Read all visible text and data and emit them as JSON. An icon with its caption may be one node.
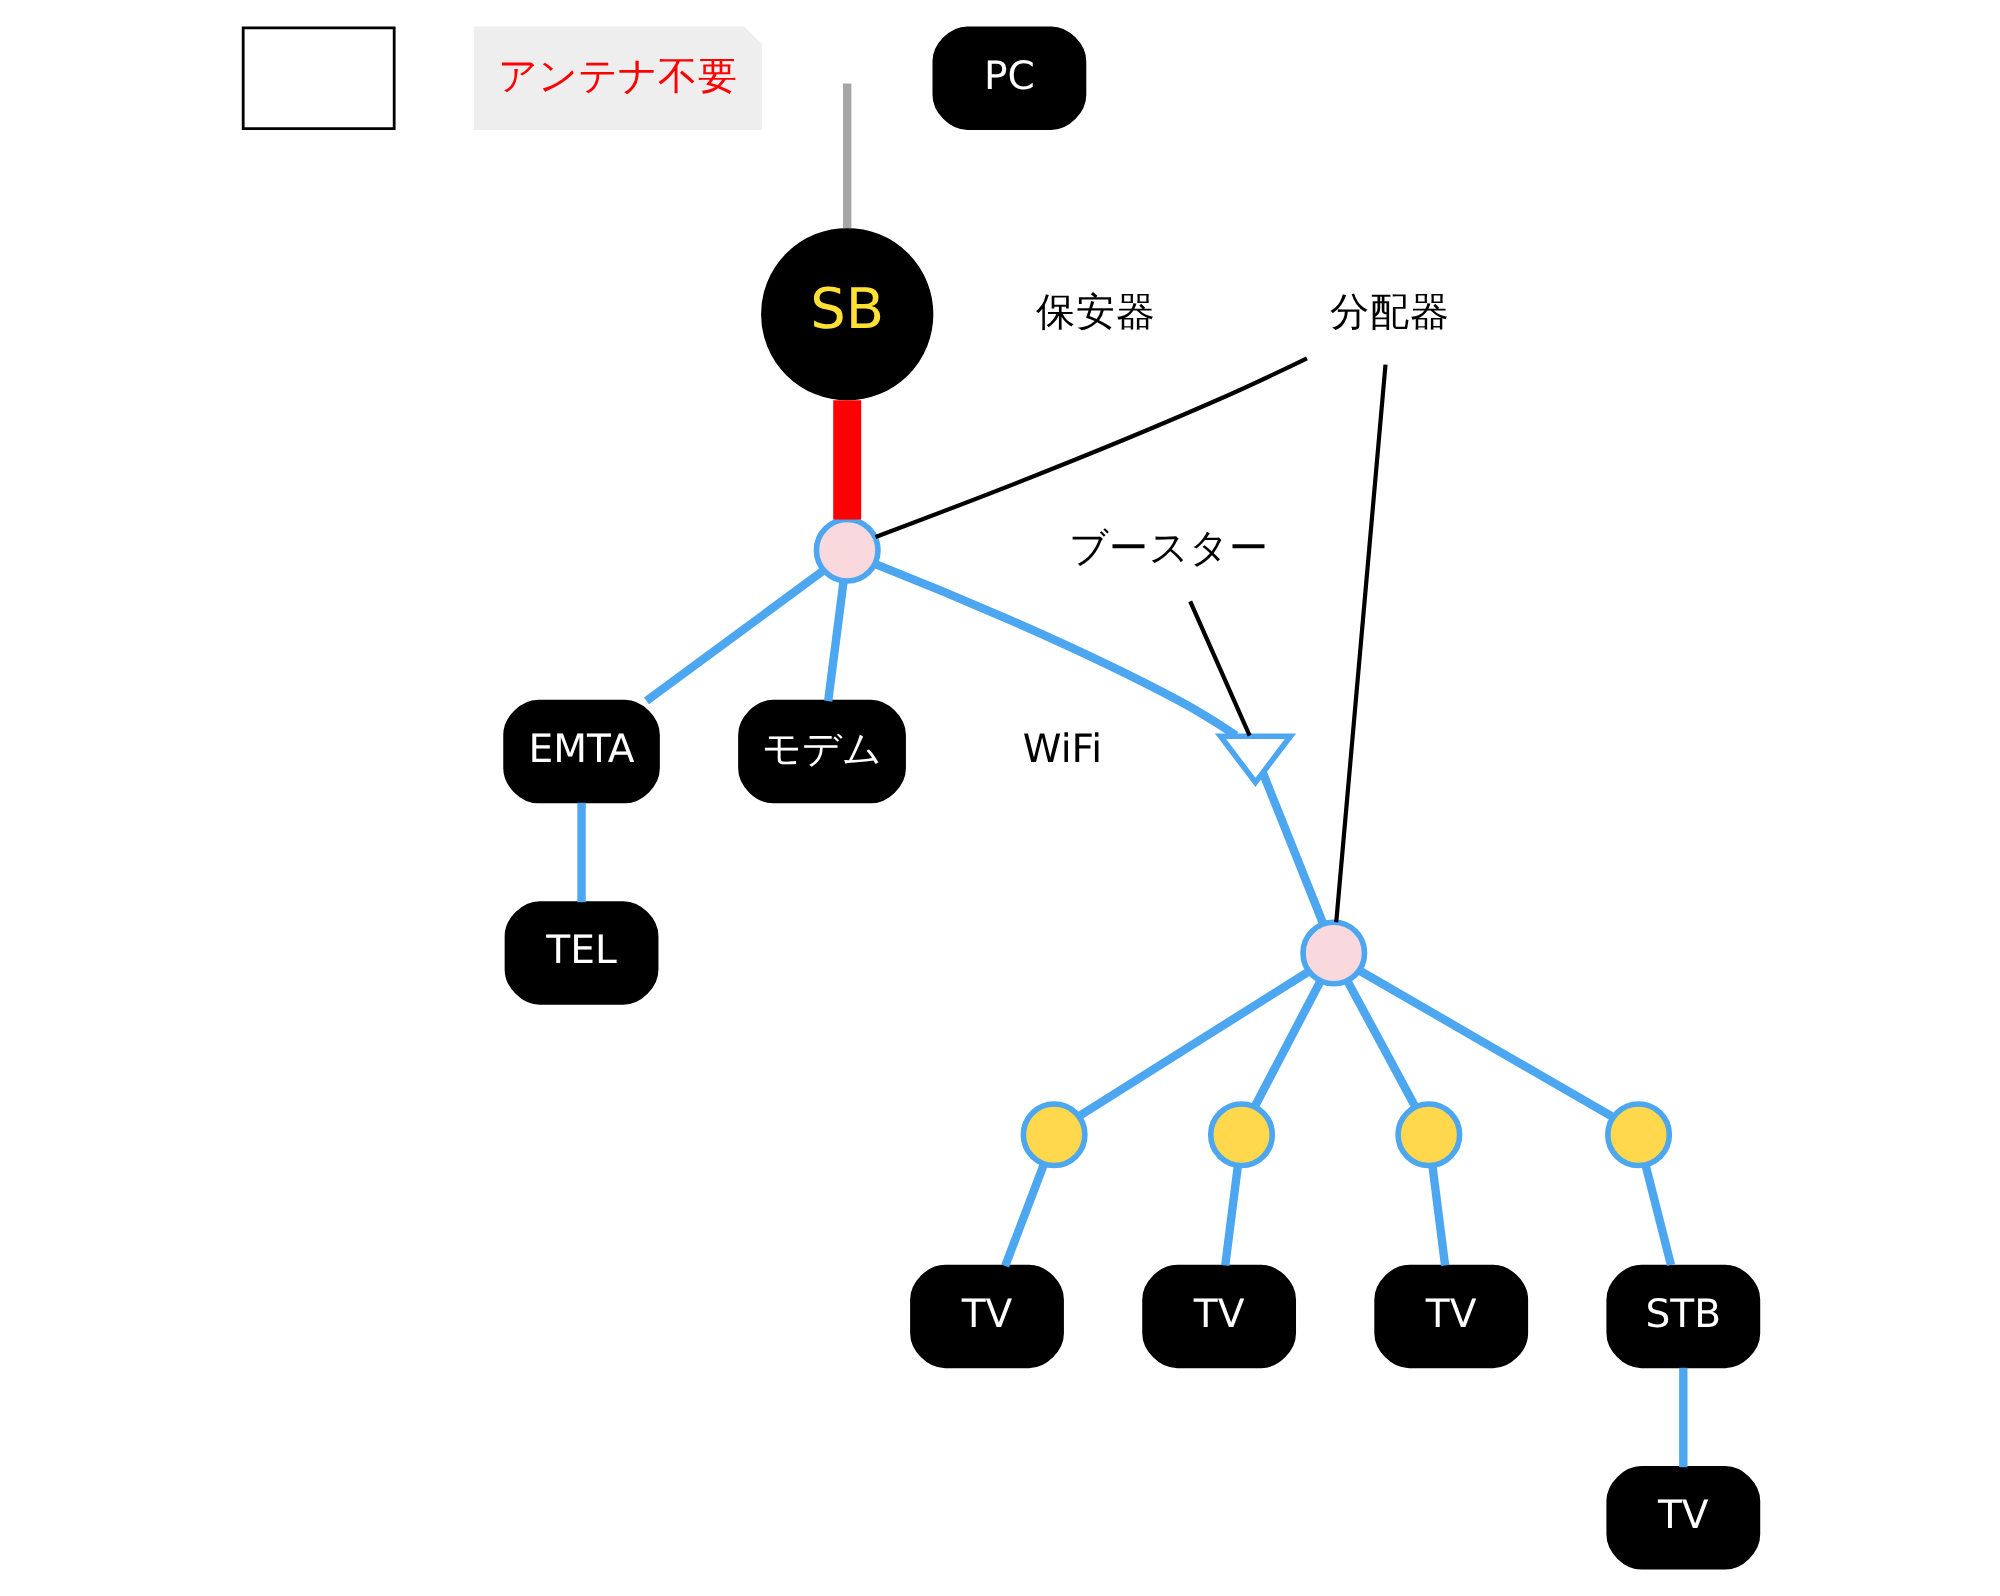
{
  "diagram": {
    "nodes": [
      {
        "text": [],
        "shape": "box"
      },
      {
        "text": [
          "アンテナ不要"
        ]
      },
      {
        "text": [],
        "shape": "circle"
      },
      {
        "text": [],
        "shape": "triangle"
      },
      {
        "text": [],
        "shape": "circle"
      },
      {
        "text": [
          "分配器"
        ]
      },
      {
        "text": [
          "ブースター"
        ]
      },
      {
        "text": [
          "SB"
        ],
        "beside": [
          "保安器"
        ]
      },
      {
        "text": [
          "モデム"
        ],
        "beside": [
          "WiFi"
        ]
      },
      {
        "text": [
          "PC"
        ]
      },
      {
        "text": [
          "TV"
        ]
      },
      {
        "text": [
          "TV"
        ]
      },
      {
        "text": [
          "EMTA"
        ]
      },
      {
        "text": [
          "TEL"
        ]
      },
      {
        "text": [
          "TV"
        ]
      },
      {
        "text": [
          "TV"
        ]
      },
      {
        "text": [
          "STB"
        ]
      },
      {
        "text": [],
        "shape": "circle"
      },
      {
        "text": [],
        "shape": "circle"
      },
      {
        "text": [],
        "shape": "circle"
      },
      {
        "text": [],
        "shape": "circle"
      }
    ],
    "edges": [
      {
        "from": null,
        "to": 7,
        "arrow": "none",
        "color": "#a6a6a6"
      },
      {
        "from": 7,
        "to": 2,
        "arrow": "none",
        "color": "#ff0000",
        "style": "thick"
      },
      {
        "from": 5,
        "to": 2,
        "arrow": "none",
        "color": "#000000"
      },
      {
        "from": 5,
        "to": 4,
        "arrow": "none",
        "color": "#000000"
      },
      {
        "from": 6,
        "to": 3,
        "arrow": "none",
        "color": "#000000"
      },
      {
        "from": 2,
        "to": 3,
        "arrow": "none"
      },
      {
        "from": 3,
        "to": 4,
        "arrow": "none"
      },
      {
        "from": 2,
        "to": 12,
        "arrow": "none"
      },
      {
        "from": 2,
        "to": 8,
        "arrow": "none"
      },
      {
        "from": 12,
        "to": 13,
        "arrow": "none"
      },
      {
        "from": 4,
        "to": 17,
        "arrow": "none"
      },
      {
        "from": 4,
        "to": 18,
        "arrow": "none"
      },
      {
        "from": 4,
        "to": 19,
        "arrow": "none"
      },
      {
        "from": 4,
        "to": 20,
        "arrow": "none"
      },
      {
        "from": 17,
        "to": 10,
        "arrow": "none"
      },
      {
        "from": 18,
        "to": 11,
        "arrow": "none"
      },
      {
        "from": 19,
        "to": 14,
        "arrow": "none"
      },
      {
        "from": 20,
        "to": 16,
        "arrow": "none"
      },
      {
        "from": 16,
        "to": 15,
        "arrow": "none"
      }
    ]
  }
}
